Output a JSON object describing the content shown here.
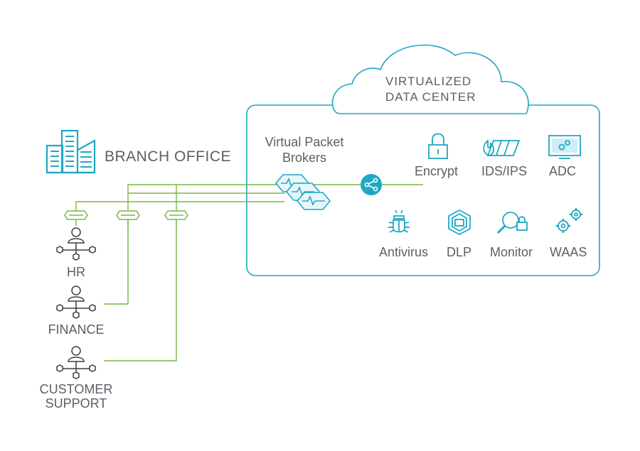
{
  "branch": {
    "title": "BRANCH OFFICE"
  },
  "datacenter": {
    "title_line1": "VIRTUALIZED",
    "title_line2": "DATA CENTER"
  },
  "brokers": {
    "line1": "Virtual Packet",
    "line2": "Brokers"
  },
  "services": {
    "encrypt": "Encrypt",
    "ids_ips": "IDS/IPS",
    "adc": "ADC",
    "antivirus": "Antivirus",
    "dlp": "DLP",
    "monitor": "Monitor",
    "waas": "WAAS"
  },
  "groups": {
    "hr": "HR",
    "finance": "FINANCE",
    "support_line1": "CUSTOMER",
    "support_line2": "SUPPORT"
  },
  "colors": {
    "accent": "#1ea8c4",
    "link": "#7ab648",
    "text": "#5a6066",
    "node": "#3a3f45"
  }
}
